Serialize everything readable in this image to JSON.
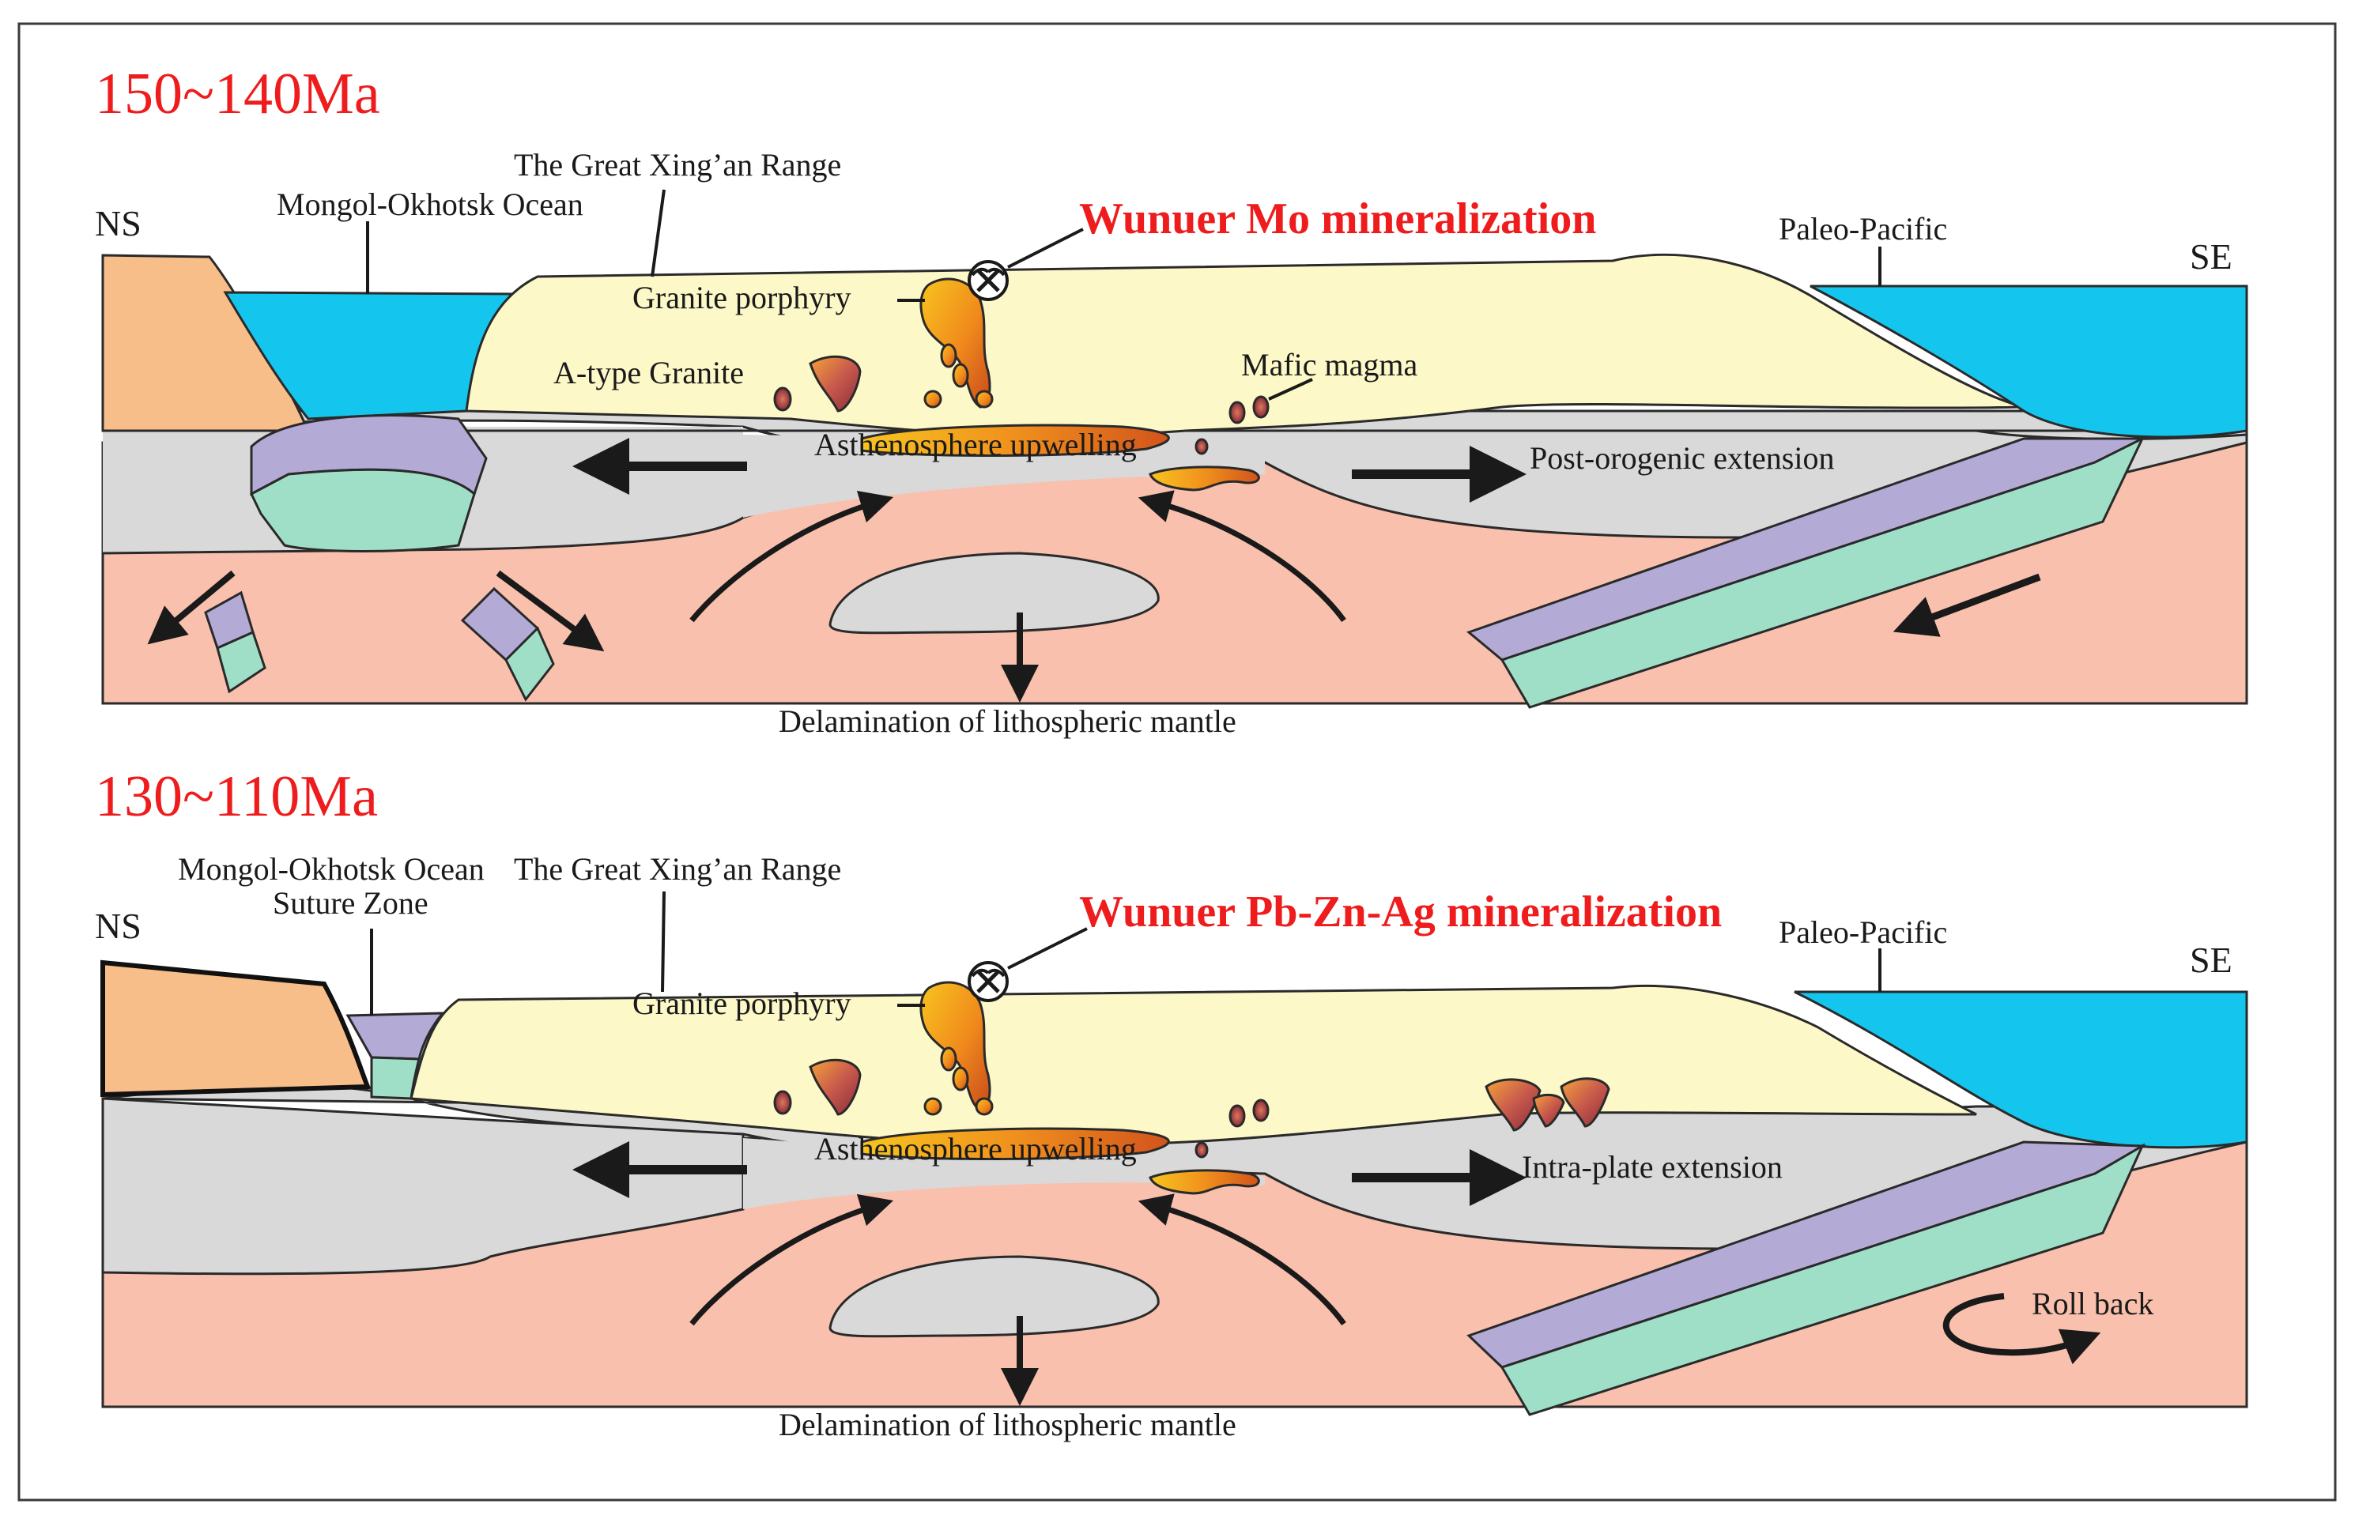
{
  "panels": [
    {
      "age": "150~140Ma",
      "mineralization": "Wunuer Mo mineralization",
      "left_dir": "NS",
      "right_dir": "SE",
      "ocean_label": "Mongol-Okhotsk Ocean",
      "range_label": "The Great Xing’an Range",
      "pacific_label": "Paleo-Pacific",
      "porphyry_label": "Granite porphyry",
      "atype_label": "A-type Granite",
      "mafic_label": "Mafic magma",
      "upwelling_label": "Asthenosphere upwelling",
      "extension_label": "Post-orogenic extension",
      "delamination_label": "Delamination of lithospheric mantle"
    },
    {
      "age": "130~110Ma",
      "mineralization": "Wunuer Pb-Zn-Ag mineralization",
      "left_dir": "NS",
      "right_dir": "SE",
      "ocean_label_line1": "Mongol-Okhotsk Ocean",
      "ocean_label_line2": "Suture Zone",
      "range_label": "The Great Xing’an Range",
      "pacific_label": "Paleo-Pacific",
      "porphyry_label": "Granite porphyry",
      "upwelling_label": "Asthenosphere upwelling",
      "extension_label": "Intra-plate extension",
      "rollback_label": "Roll back",
      "delamination_label": "Delamination of lithospheric mantle"
    }
  ],
  "colors": {
    "mantle": "#f9c0ad",
    "lithosphere": "#d9d9d9",
    "crust": "#fdf8c8",
    "ocean": "#14c6ee",
    "craton": "#f8be8a",
    "slab_top": "#b3aad6",
    "slab_bottom": "#a0dfc7",
    "magma_light": "#f6b71f",
    "magma_dark": "#c54c1e",
    "title": "#ee1c1c"
  },
  "icons": [
    "mine-symbol-icon",
    "arrow-left-icon",
    "arrow-right-icon",
    "arrow-down-icon",
    "curved-arrow-icon",
    "rollback-arrow-icon"
  ]
}
